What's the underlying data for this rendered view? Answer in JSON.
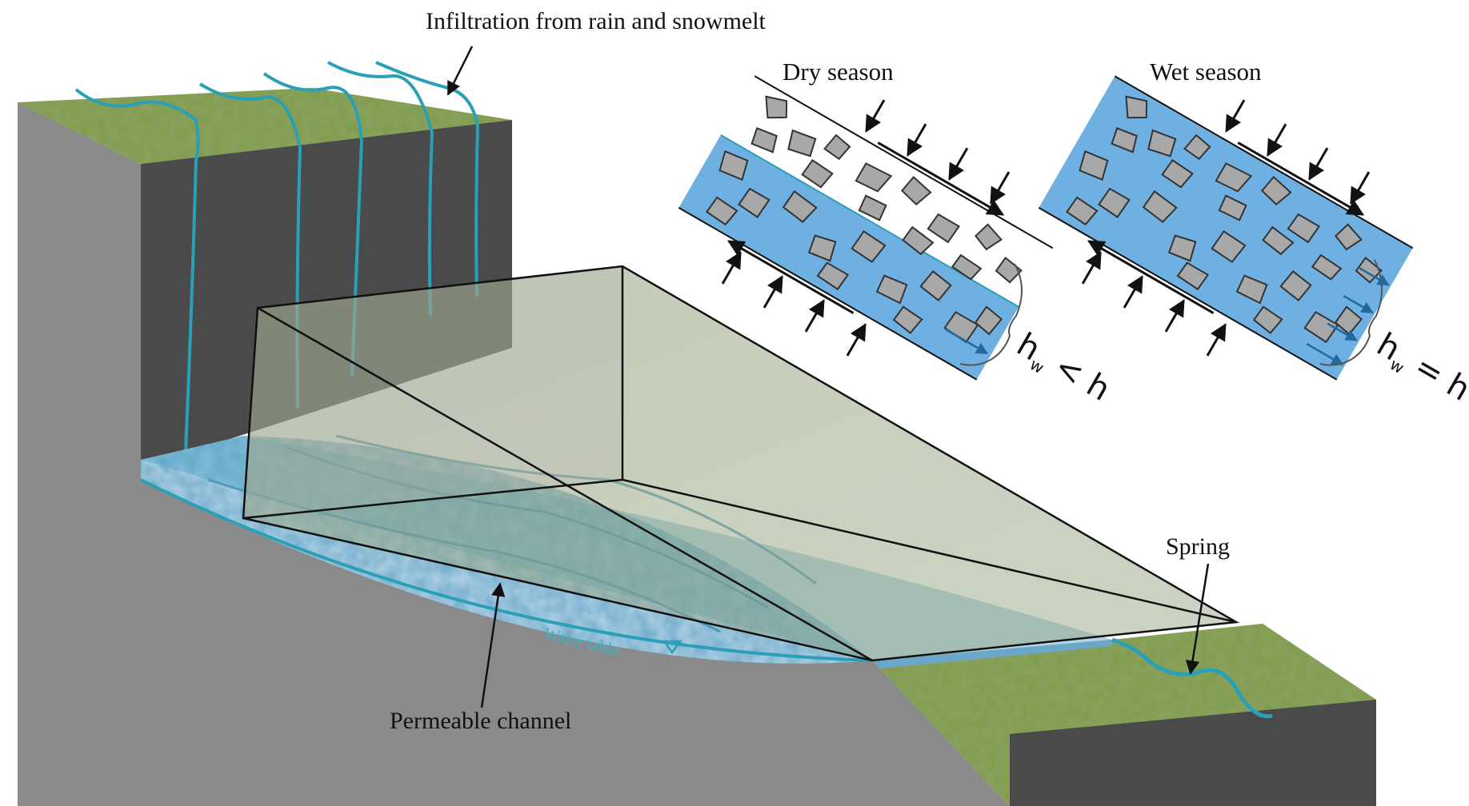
{
  "labels": {
    "infiltration": "Infiltration from rain and snowmelt",
    "dry_season": "Dry season",
    "wet_season": "Wet season",
    "spring": "Spring",
    "permeable_channel": "Permeable channel",
    "water_table": "Water table"
  },
  "equations": {
    "dry": {
      "lhs": "h",
      "sub": "w",
      "op": " < ",
      "rhs": "h"
    },
    "wet": {
      "lhs": "h",
      "sub": "w",
      "op": " = ",
      "rhs": "h"
    }
  },
  "colors": {
    "grass": "#7f9a4a",
    "rock_face": "#4a4a4a",
    "ground": "#8a8a8a",
    "water": "#5fa8d6",
    "water_line": "#2aa0b8",
    "pebble": "#a8a8a8"
  }
}
